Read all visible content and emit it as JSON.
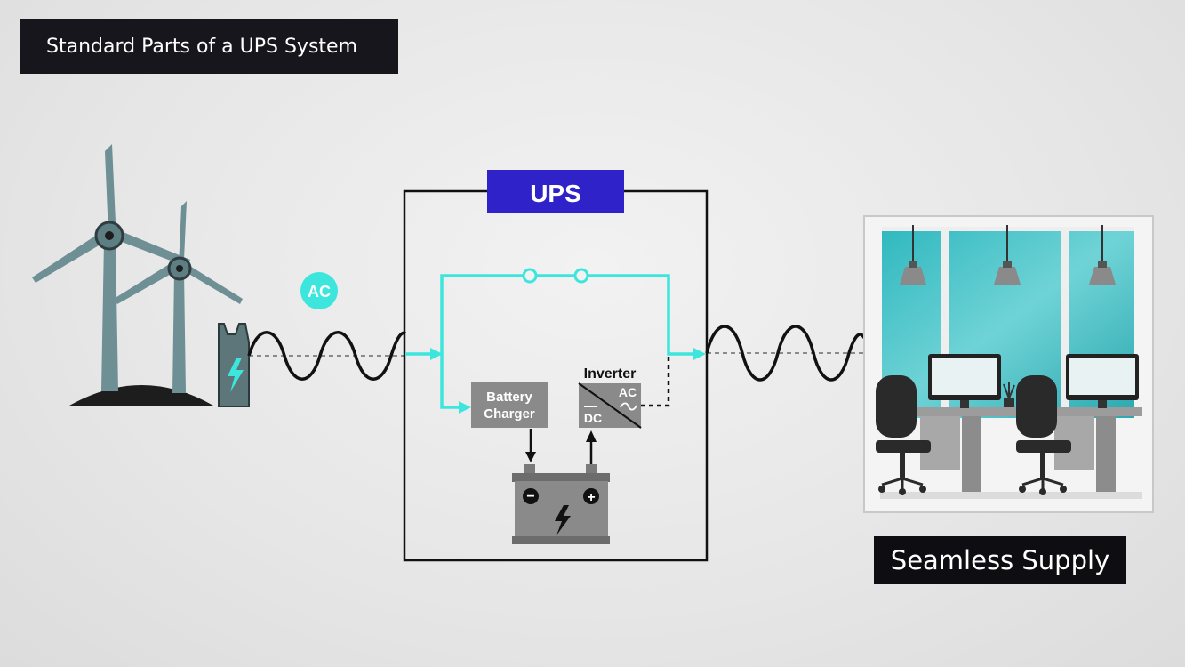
{
  "header": {
    "title": "Standard Parts of a UPS System"
  },
  "footer": {
    "caption": "Seamless Supply"
  },
  "diagram": {
    "source_badge": "AC",
    "ups_label": "UPS",
    "battery_charger_label": [
      "Battery",
      "Charger"
    ],
    "inverter_label": "Inverter",
    "inverter_ac": "AC",
    "inverter_dc": "DC",
    "battery_minus": "−",
    "battery_plus": "+"
  },
  "colors": {
    "power_path": "#3ce6dc",
    "ups_badge": "#2e22c8",
    "frame": "#111111",
    "component_gray": "#8a8a8a",
    "turbine": "#6e8f94"
  }
}
